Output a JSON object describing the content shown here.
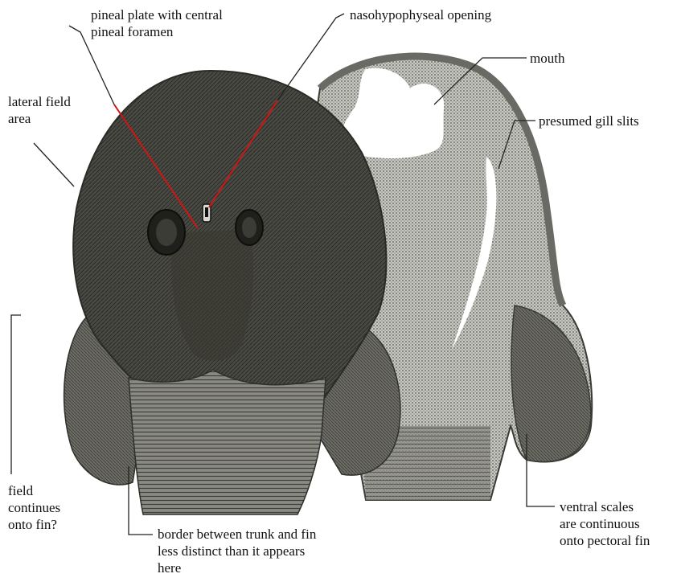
{
  "labels": {
    "pineal_plate": [
      "pineal plate with central",
      "pineal foramen"
    ],
    "nasohypophyseal": "nasohypophyseal opening",
    "mouth": "mouth",
    "lateral_field": [
      "lateral field",
      "area"
    ],
    "gill_slits": "presumed gill slits",
    "field_continues": [
      "field",
      "continues",
      "onto fin?"
    ],
    "border": [
      "border between trunk and fin",
      "less distinct than it appears",
      "here"
    ],
    "ventral_scales": [
      "ventral scales",
      "are  continuous",
      "onto pectoral fin"
    ]
  },
  "colors": {
    "background": "#ffffff",
    "dorsal_shield": "#4a4a44",
    "dorsal_dark": "#2f2f2b",
    "fin": "#6d6d66",
    "ventral_shield": "#b9b9b3",
    "rim": "#6a6a64",
    "leader_line": "#222222",
    "red_line": "#d01414",
    "text": "#111111"
  }
}
